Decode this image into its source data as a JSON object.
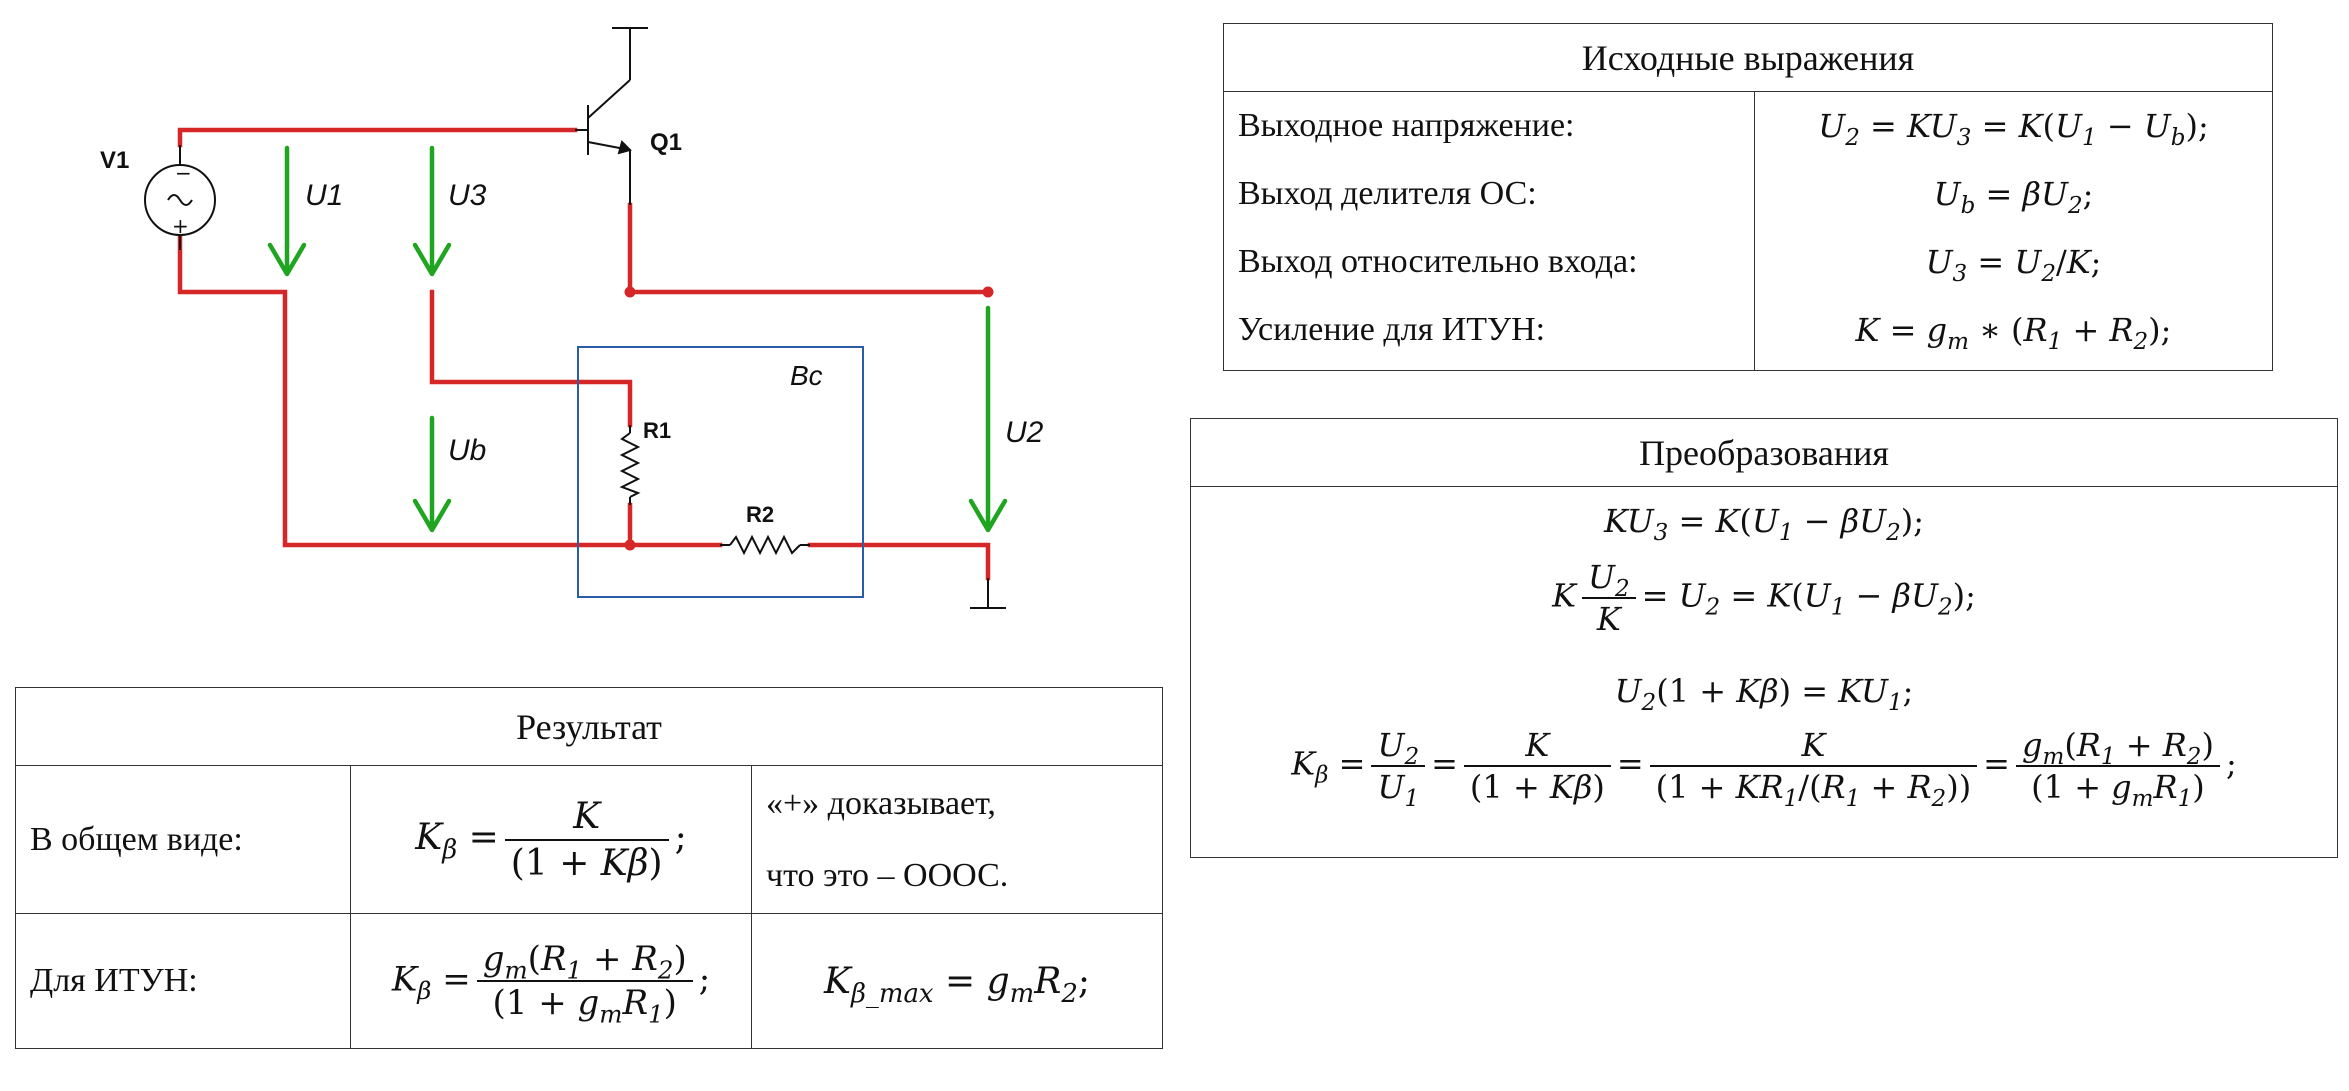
{
  "circuit": {
    "labels": {
      "v1": "V1",
      "q1": "Q1",
      "r1": "R1",
      "r2": "R2",
      "bc": "Bc",
      "u1": "U1",
      "u3": "U3",
      "ub": "Ub",
      "u2": "U2"
    },
    "colors": {
      "wire": "#d62728",
      "arrow": "#1fa51f",
      "box": "#2b5ca8",
      "component": "#111111"
    }
  },
  "initial": {
    "title": "Исходные выражения",
    "rows": [
      {
        "label": "Выходное напряжение:"
      },
      {
        "label": "Выход делителя ОС:"
      },
      {
        "label": "Выход относительно входа:"
      },
      {
        "label": "Усиление для ИТУН:"
      }
    ]
  },
  "transforms": {
    "title": "Преобразования"
  },
  "result": {
    "title": "Результат",
    "row1_label": "В общем виде:",
    "row1_note_a": "«+»  доказывает,",
    "row1_note_b": "что это – ОООС.",
    "row2_label": "Для ИТУН:"
  }
}
